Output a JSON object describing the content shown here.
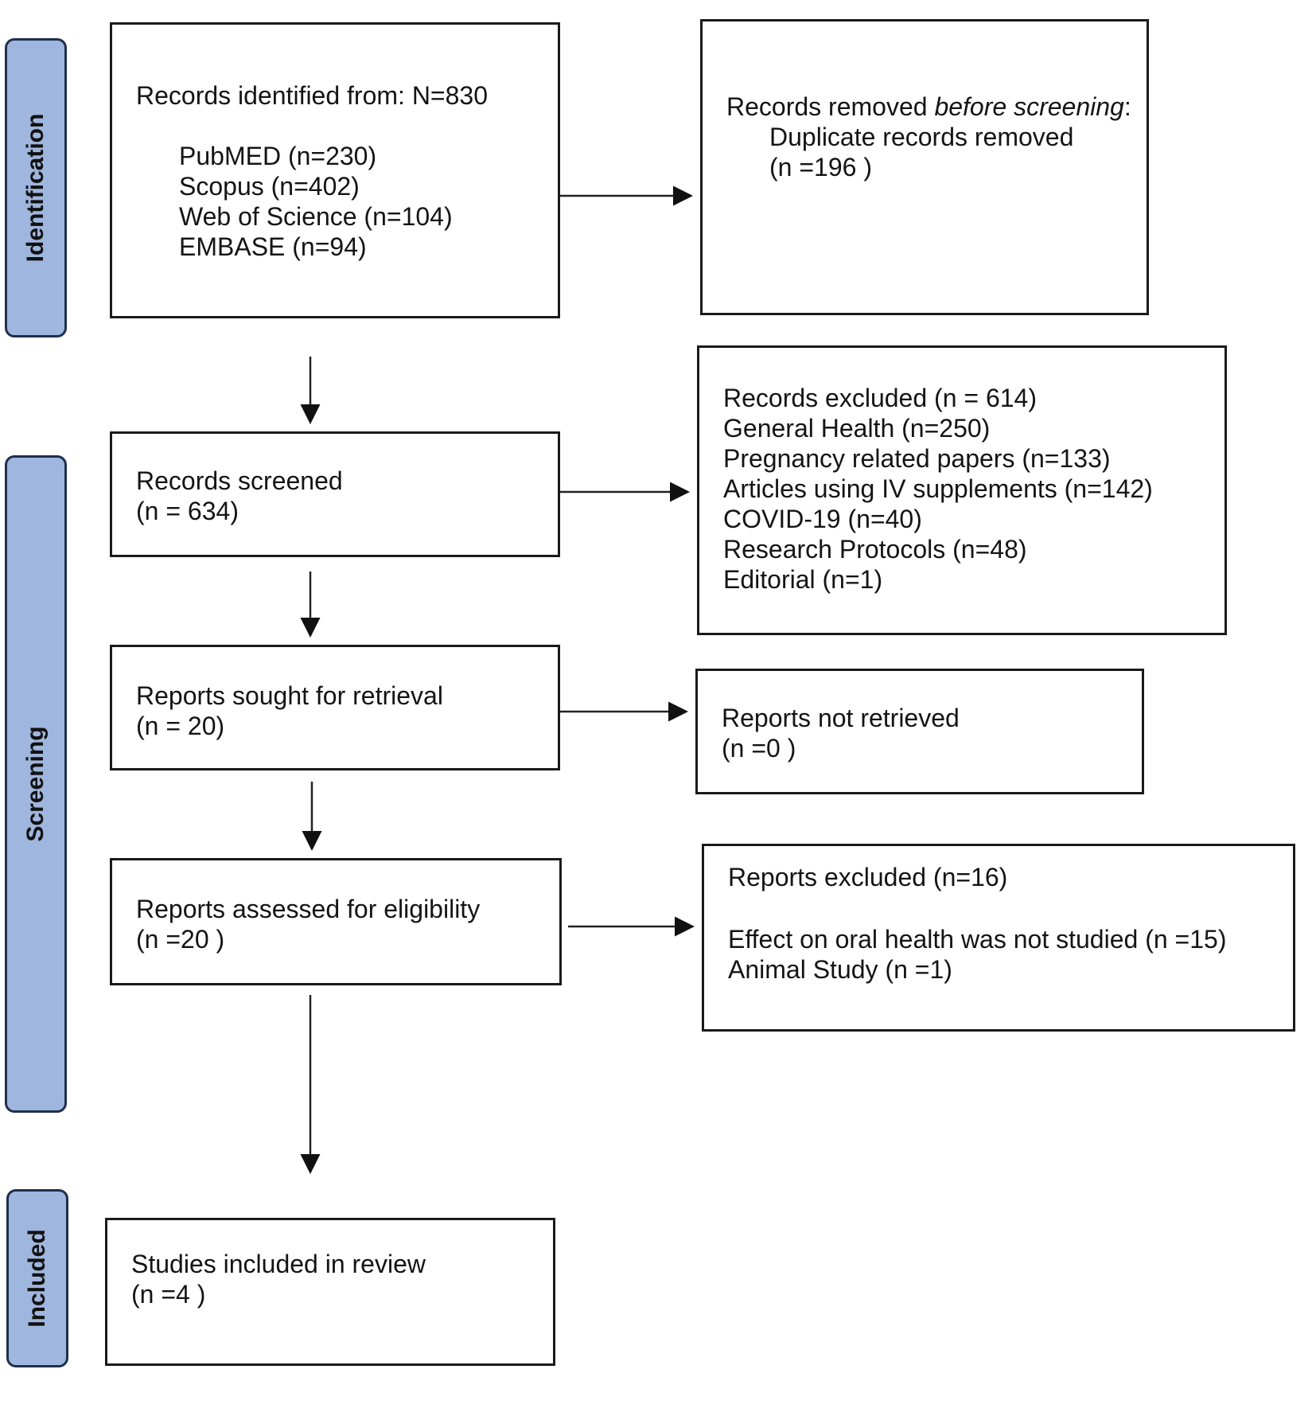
{
  "phases": {
    "identification": "Identification",
    "screening": "Screening",
    "included": "Included"
  },
  "identified": {
    "heading": "Records identified from: N=830",
    "sources": [
      "PubMED (n=230)",
      "Scopus (n=402)",
      "Web of Science (n=104)",
      "EMBASE  (n=94)"
    ]
  },
  "removed": {
    "heading_prefix": "Records removed ",
    "heading_italic": "before screening",
    "heading_suffix": ":",
    "detail": "Duplicate records removed",
    "count": "(n =196 )"
  },
  "screened": {
    "label": "Records screened",
    "count": "(n = 634)"
  },
  "excluded_records": {
    "lines": [
      "Records excluded (n = 614)",
      "General Health (n=250)",
      "Pregnancy related papers (n=133)",
      "Articles using IV supplements (n=142)",
      "COVID-19 (n=40)",
      "Research Protocols (n=48)",
      "Editorial (n=1)"
    ]
  },
  "sought": {
    "label": "Reports sought for retrieval",
    "count": "(n = 20)"
  },
  "not_retrieved": {
    "label": "Reports not retrieved",
    "count": "(n =0 )"
  },
  "assessed": {
    "label": "Reports assessed for eligibility",
    "count": "(n =20 )"
  },
  "excluded_reports": {
    "heading": "Reports excluded (n=16)",
    "reasons": [
      "Effect on oral health was not studied (n =15)",
      "Animal Study (n =1)"
    ]
  },
  "included": {
    "label": "Studies included in review",
    "count": "(n =4 )"
  }
}
